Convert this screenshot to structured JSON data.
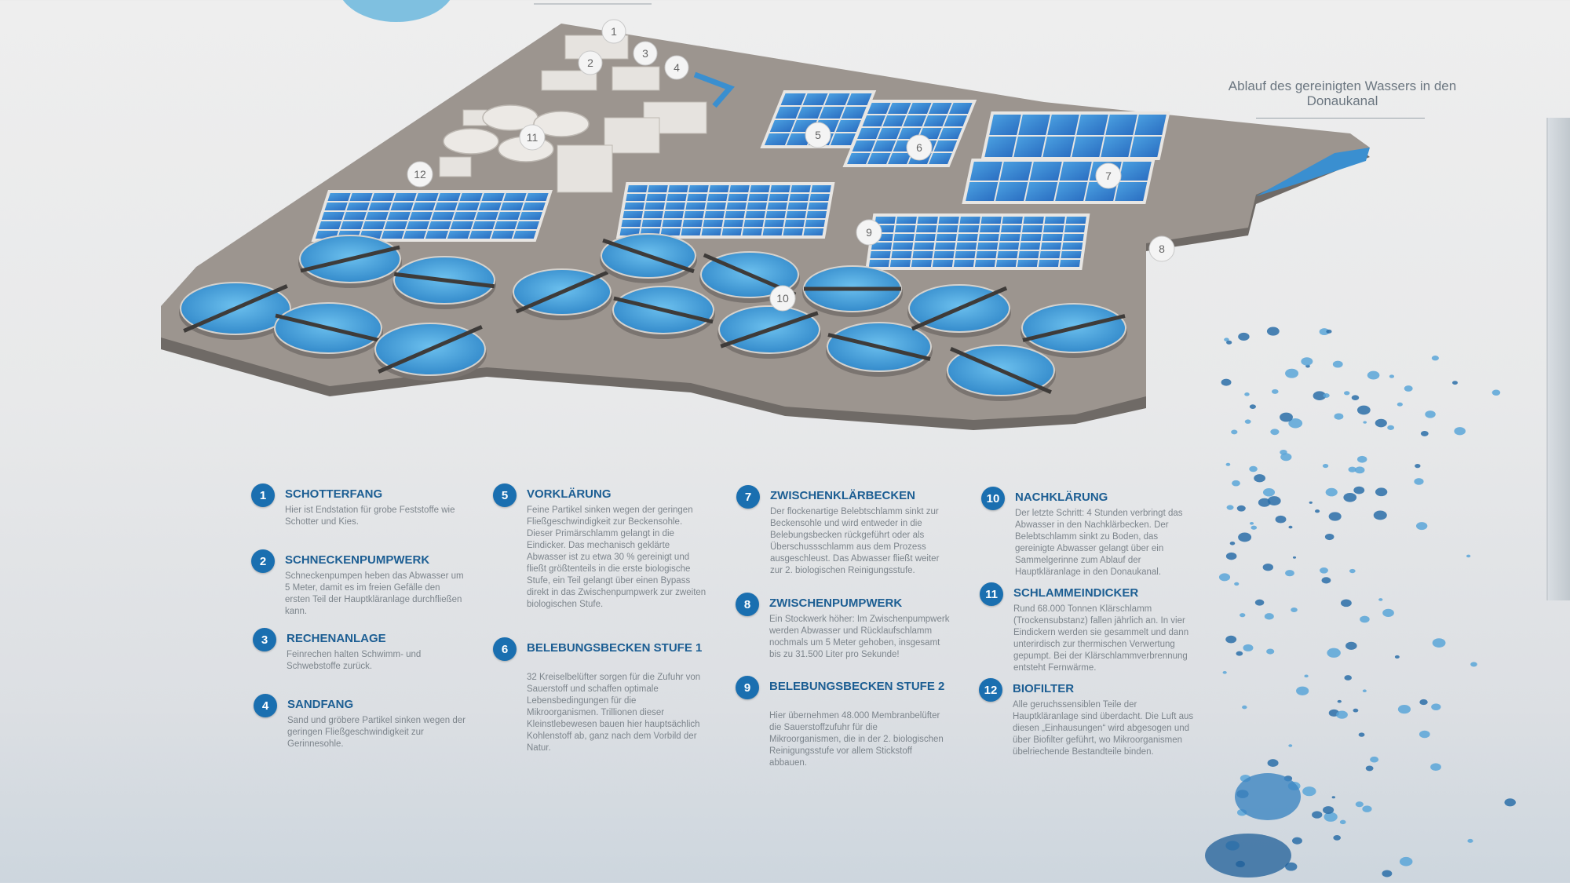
{
  "outlet_label": "Ablauf des gereinigten Wassers in den Donaukanal",
  "colors": {
    "badge": "#1a6fb0",
    "heading": "#1c5e93",
    "water": "#3f9ad6",
    "platform": "#9c958f"
  },
  "markers": [
    "1",
    "2",
    "3",
    "4",
    "5",
    "6",
    "7",
    "8",
    "9",
    "10",
    "11",
    "12"
  ],
  "legend": [
    {
      "num": "1",
      "title": "SCHOTTERFANG",
      "text": "Hier ist Endstation für grobe Feststoffe wie Schotter und Kies."
    },
    {
      "num": "2",
      "title": "SCHNECKENPUMPWERK",
      "text": "Schneckenpumpen heben das Abwasser um 5 Meter, damit es im freien Gefälle den ersten Teil der Hauptkläranlage durchfließen kann."
    },
    {
      "num": "3",
      "title": "RECHENANLAGE",
      "text": "Feinrechen halten Schwimm- und Schwebstoffe zurück."
    },
    {
      "num": "4",
      "title": "SANDFANG",
      "text": "Sand und gröbere Partikel sinken wegen der geringen Fließgeschwindigkeit zur Gerinnesohle."
    },
    {
      "num": "5",
      "title": "VORKLÄRUNG",
      "text": "Feine Partikel sinken wegen der geringen Fließgeschwindigkeit zur Beckensohle. Dieser Primärschlamm gelangt in die Eindicker. Das mechanisch geklärte Abwasser ist zu etwa 30 % gereinigt und fließt größtenteils in die erste biologische Stufe, ein Teil gelangt über einen Bypass direkt in das Zwischenpumpwerk zur zweiten biologischen Stufe."
    },
    {
      "num": "6",
      "title": "BELEBUNGSBECKEN STUFE 1",
      "text": "32 Kreiselbelüfter sorgen für die Zufuhr von Sauerstoff und schaffen optimale Lebensbedingungen für die Mikroorganismen. Trillionen dieser Kleinstlebewesen bauen hier hauptsächlich Kohlenstoff ab, ganz nach dem Vorbild der Natur."
    },
    {
      "num": "7",
      "title": "ZWISCHENKLÄRBECKEN",
      "text": "Der flockenartige Belebtschlamm sinkt zur Beckensohle und wird entweder in die Belebungsbecken rückgeführt oder als Überschussschlamm aus dem Prozess ausgeschleust. Das Abwasser fließt weiter zur 2. biologischen Reinigungsstufe."
    },
    {
      "num": "8",
      "title": "ZWISCHENPUMPWERK",
      "text": "Ein Stockwerk höher: Im Zwischenpumpwerk werden Abwasser und Rücklaufschlamm nochmals um 5 Meter gehoben, insgesamt bis zu 31.500 Liter pro Sekunde!"
    },
    {
      "num": "9",
      "title": "BELEBUNGSBECKEN STUFE 2",
      "text": "Hier übernehmen 48.000 Membranbelüfter die Sauerstoffzufuhr für die Mikroorganismen, die in der 2. biologischen Reinigungsstufe vor allem Stickstoff abbauen."
    },
    {
      "num": "10",
      "title": "NACHKLÄRUNG",
      "text": "Der letzte Schritt: 4 Stunden verbringt das Abwasser in den Nachklärbecken. Der Belebtschlamm sinkt zu Boden, das gereinigte Abwasser gelangt über ein Sammelgerinne zum Ablauf der Hauptkläranlage in den Donaukanal."
    },
    {
      "num": "11",
      "title": "SCHLAMMEINDICKER",
      "text": "Rund 68.000 Tonnen Klärschlamm (Trockensubstanz) fallen jährlich an. In vier Eindickern werden sie gesammelt und dann unterirdisch zur thermischen Verwertung gepumpt. Bei der Klärschlammverbrennung entsteht Fernwärme."
    },
    {
      "num": "12",
      "title": "BIOFILTER",
      "text": "Alle geruchssensiblen Teile der Hauptkläranlage sind überdacht. Die Luft aus diesen „Einhausungen“ wird abgesogen und über Biofilter geführt, wo Mikroorganismen übelriechende Bestandteile binden."
    }
  ]
}
